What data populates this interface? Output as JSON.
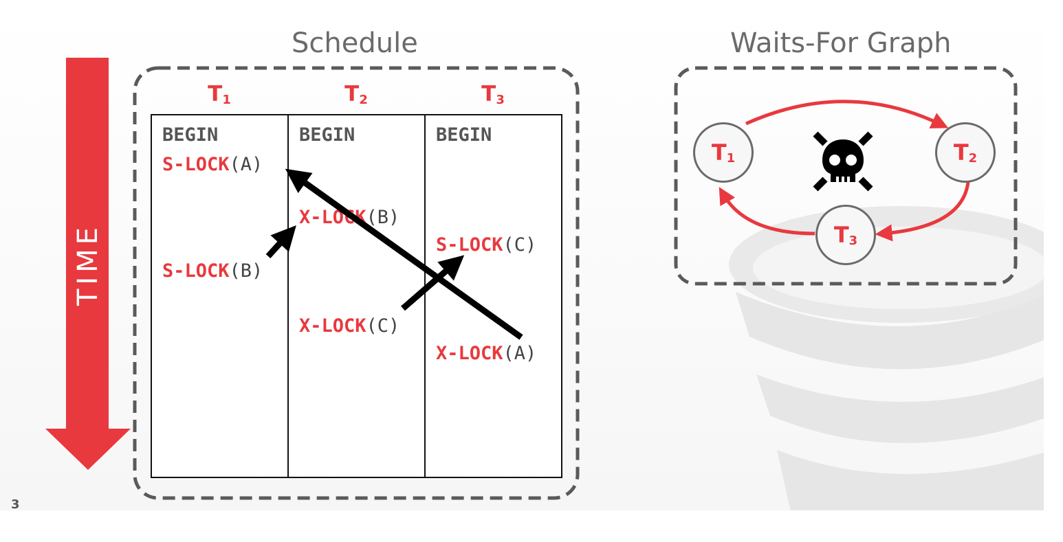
{
  "schedule": {
    "title": "Schedule",
    "columns": [
      {
        "name": "T",
        "sub": "1"
      },
      {
        "name": "T",
        "sub": "2"
      },
      {
        "name": "T",
        "sub": "3"
      }
    ],
    "t1": {
      "begin": "BEGIN",
      "op1_kw": "S-LOCK",
      "op1_arg": "(A)",
      "op2_kw": "S-LOCK",
      "op2_arg": "(B)"
    },
    "t2": {
      "begin": "BEGIN",
      "op1_kw": "X-LOCK",
      "op1_arg": "(B)",
      "op2_kw": "X-LOCK",
      "op2_arg": "(C)"
    },
    "t3": {
      "begin": "BEGIN",
      "op1_kw": "S-LOCK",
      "op1_arg": "(C)",
      "op2_kw": "X-LOCK",
      "op2_arg": "(A)"
    }
  },
  "time_label": "TIME",
  "waits_for": {
    "title": "Waits-For Graph",
    "nodes": [
      {
        "name": "T",
        "sub": "1"
      },
      {
        "name": "T",
        "sub": "2"
      },
      {
        "name": "T",
        "sub": "3"
      }
    ],
    "deadlock_icon": "skull-crossbones-icon"
  },
  "page_number": "3",
  "colors": {
    "accent_red": "#e8393e",
    "border_gray": "#555555",
    "text_gray": "#6a6a6a"
  }
}
